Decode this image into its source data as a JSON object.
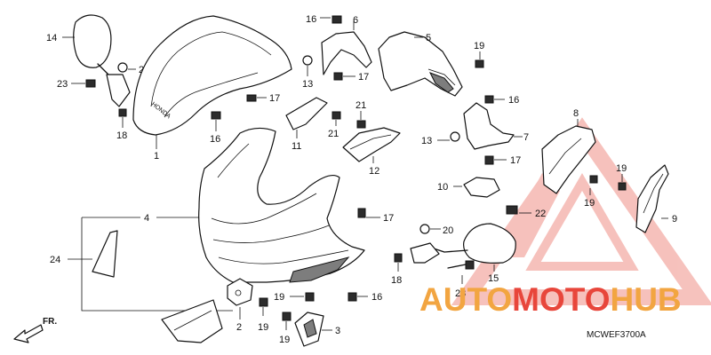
{
  "diagram_code": "MCWEF3700A",
  "direction_label": "FR.",
  "watermark": {
    "word_a": "AUTO",
    "word_b": "MOTO",
    "word_c": "HUB"
  },
  "colors": {
    "watermark_red": "#e8463b",
    "watermark_orange": "#f2a541",
    "watermark_pink": "#f5b7b1"
  },
  "callouts": {
    "p14": "14",
    "p20a": "20",
    "p23a": "23",
    "p18a": "18",
    "p1": "1",
    "p16a": "16",
    "p17a": "17",
    "p16b": "16",
    "p6": "6",
    "p13a": "13",
    "p17b": "17",
    "p5": "5",
    "p19a": "19",
    "p11": "11",
    "p21a": "21",
    "p21b": "21",
    "p12": "12",
    "p16c": "16",
    "p8": "8",
    "p13b": "13",
    "p7": "7",
    "p17c": "17",
    "p10": "10",
    "p19b": "19",
    "p19c": "19",
    "p9": "9",
    "p4": "4",
    "p17d": "17",
    "p22": "22",
    "p24": "24",
    "p20b": "20",
    "p18b": "18",
    "p15": "15",
    "p23b": "23",
    "p19d": "19",
    "p16d": "16",
    "p2": "2",
    "p19e": "19",
    "p19f": "19",
    "p3": "3"
  }
}
